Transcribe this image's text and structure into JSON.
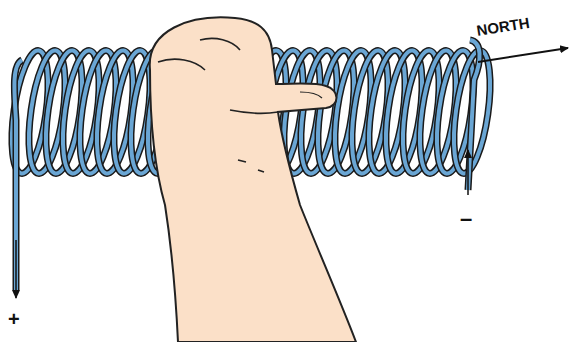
{
  "diagram": {
    "labels": [
      "NORTH",
      "+",
      "–"
    ]
  }
}
